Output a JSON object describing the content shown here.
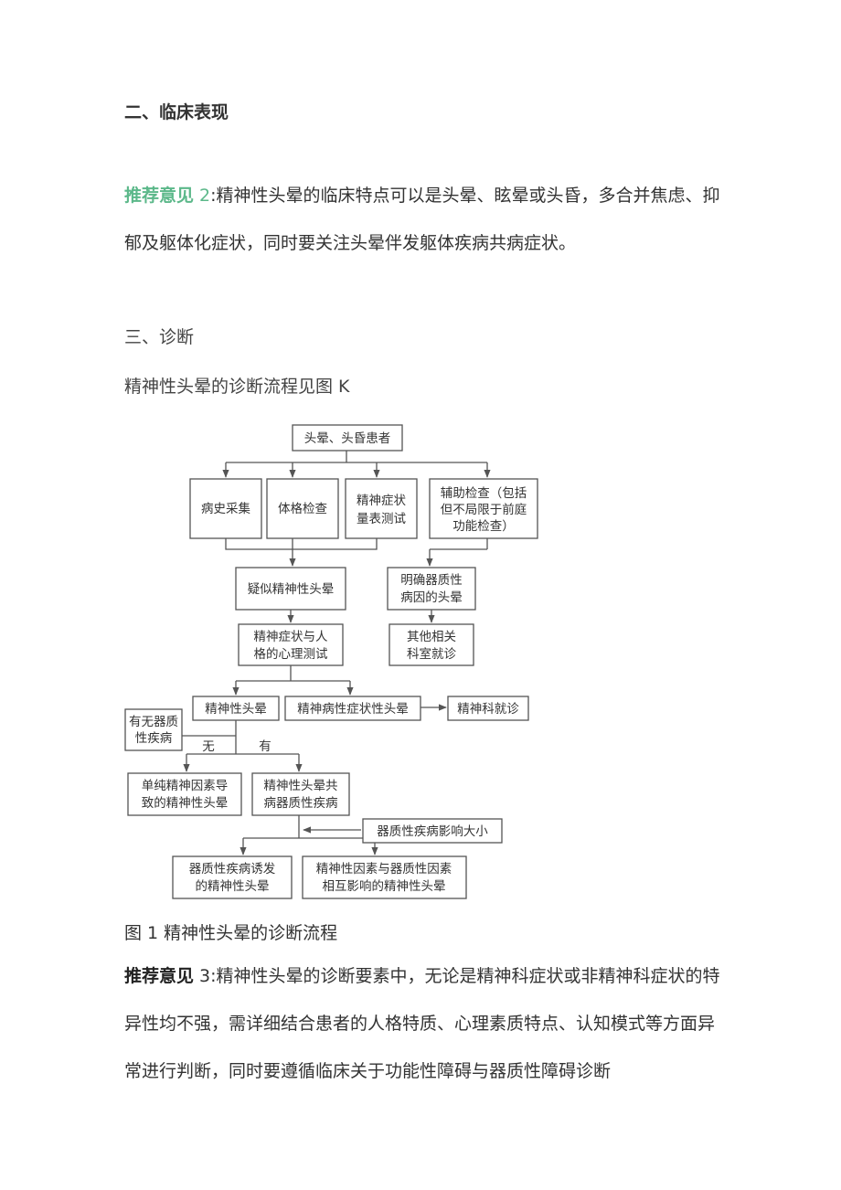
{
  "section2_title": "二、临床表现",
  "rec2": {
    "label": "推荐意见",
    "num": " 2",
    "text": ":精神性头晕的临床特点可以是头晕、眩晕或头昏，多合并焦虑、抑郁及躯体化症状，同时要关注头晕伴发躯体疾病共病症状。"
  },
  "section3_title": "三、诊断",
  "intro": "精神性头晕的诊断流程见图 K",
  "flow": {
    "patient": "头晕、头昏患者",
    "history": "病史采集",
    "physical": "体格检查",
    "scale_1": "精神症状",
    "scale_2": "量表测试",
    "aux_1": "辅助检查（包括",
    "aux_2": "但不局限于前庭",
    "aux_3": "功能检查）",
    "suspect": "疑似精神性头晕",
    "organic_1": "明确器质性",
    "organic_2": "病因的头晕",
    "psych_test_1": "精神症状与人",
    "psych_test_2": "格的心理测试",
    "other_1": "其他相关",
    "other_2": "科室就诊",
    "psych_dizzy": "精神性头晕",
    "psychiatric_symptom": "精神病性症状性头晕",
    "psych_visit": "精神科就诊",
    "organic_q_1": "有无器质",
    "organic_q_2": "性疾病",
    "no": "无",
    "yes": "有",
    "pure_1": "单纯精神因素导",
    "pure_2": "致的精神性头晕",
    "comorbid_1": "精神性头晕共",
    "comorbid_2": "病器质性疾病",
    "impact": "器质性疾病影响大小",
    "induced_1": "器质性疾病诱发",
    "induced_2": "的精神性头晕",
    "mutual_1": "精神性因素与器质性因素",
    "mutual_2": "相互影响的精神性头晕"
  },
  "caption": "图 1 精神性头晕的诊断流程",
  "rec3": {
    "label": "推荐意见",
    "text": " 3:精神性头晕的诊断要素中，无论是精神科症状或非精神科症状的特异性均不强，需详细结合患者的人格特质、心理素质特点、认知模式等方面异常进行判断，同时要遵循临床关于功能性障碍与器质性障碍诊断"
  }
}
